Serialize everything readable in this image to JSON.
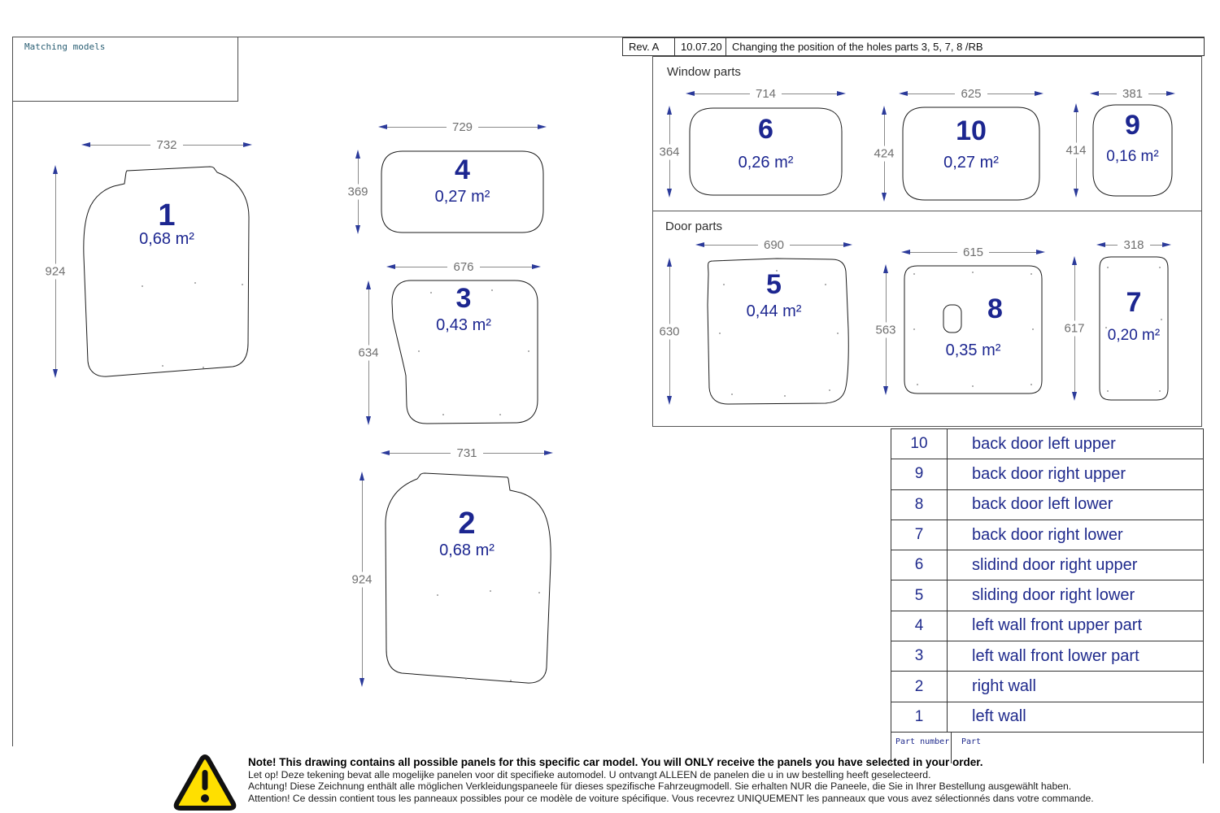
{
  "title_box": {
    "label": "Matching models"
  },
  "revision": {
    "rev": "Rev. A",
    "date": "10.07.20",
    "description": "Changing the position of the holes parts 3, 5, 7, 8 /RB"
  },
  "sections": {
    "window_label": "Window parts",
    "door_label": "Door parts"
  },
  "panels": {
    "p1": {
      "number": "1",
      "area": "0,68 m²",
      "width": "732",
      "height": "924"
    },
    "p2": {
      "number": "2",
      "area": "0,68 m²",
      "width": "731",
      "height": "924"
    },
    "p3": {
      "number": "3",
      "area": "0,43 m²",
      "width": "676",
      "height": "634"
    },
    "p4": {
      "number": "4",
      "area": "0,27 m²",
      "width": "729",
      "height": "369"
    },
    "p5": {
      "number": "5",
      "area": "0,44 m²",
      "width": "690",
      "height": "630"
    },
    "p6": {
      "number": "6",
      "area": "0,26 m²",
      "width": "714",
      "height": "364"
    },
    "p7": {
      "number": "7",
      "area": "0,20 m²",
      "width": "318",
      "height": "617"
    },
    "p8": {
      "number": "8",
      "area": "0,35 m²",
      "width": "615",
      "height": "563"
    },
    "p9": {
      "number": "9",
      "area": "0,16 m²",
      "width": "381",
      "height": "414"
    },
    "p10": {
      "number": "10",
      "area": "0,27 m²",
      "width": "625",
      "height": "424"
    }
  },
  "parts_table": {
    "rows": [
      {
        "number": "10",
        "name": "back door left upper"
      },
      {
        "number": "9",
        "name": "back door right upper"
      },
      {
        "number": "8",
        "name": "back door left lower"
      },
      {
        "number": "7",
        "name": "back door right lower"
      },
      {
        "number": "6",
        "name": "slidind door right upper"
      },
      {
        "number": "5",
        "name": "sliding door right lower"
      },
      {
        "number": "4",
        "name": "left wall front upper part"
      },
      {
        "number": "3",
        "name": "left wall front lower part"
      },
      {
        "number": "2",
        "name": "right wall"
      },
      {
        "number": "1",
        "name": "left wall"
      }
    ],
    "footer": {
      "number_label": "Part number",
      "name_label": "Part"
    }
  },
  "note": {
    "warning_icon": "warning-triangle",
    "en": "Note! This drawing contains all possible panels for this specific car model. You will ONLY receive the panels you have selected in your order.",
    "nl": "Let op! Deze tekening bevat alle mogelijke panelen voor dit specifieke automodel. U ontvangt ALLEEN de panelen die u in uw bestelling heeft geselecteerd.",
    "de": "Achtung! Diese Zeichnung enthält alle möglichen Verkleidungspaneele für dieses spezifische Fahrzeugmodell. Sie erhalten NUR die Paneele, die Sie in Ihrer Bestellung ausgewählt haben.",
    "fr": "Attention! Ce dessin contient tous les panneaux possibles pour ce modèle de voiture spécifique. Vous recevrez UNIQUEMENT les panneaux que vous avez sélectionnés dans votre commande."
  },
  "colors": {
    "accent_navy": "#1c2690",
    "dimension_gray": "#6f6f6f",
    "outline_black": "#1a1a1a",
    "warning_yellow": "#ffdf00"
  }
}
